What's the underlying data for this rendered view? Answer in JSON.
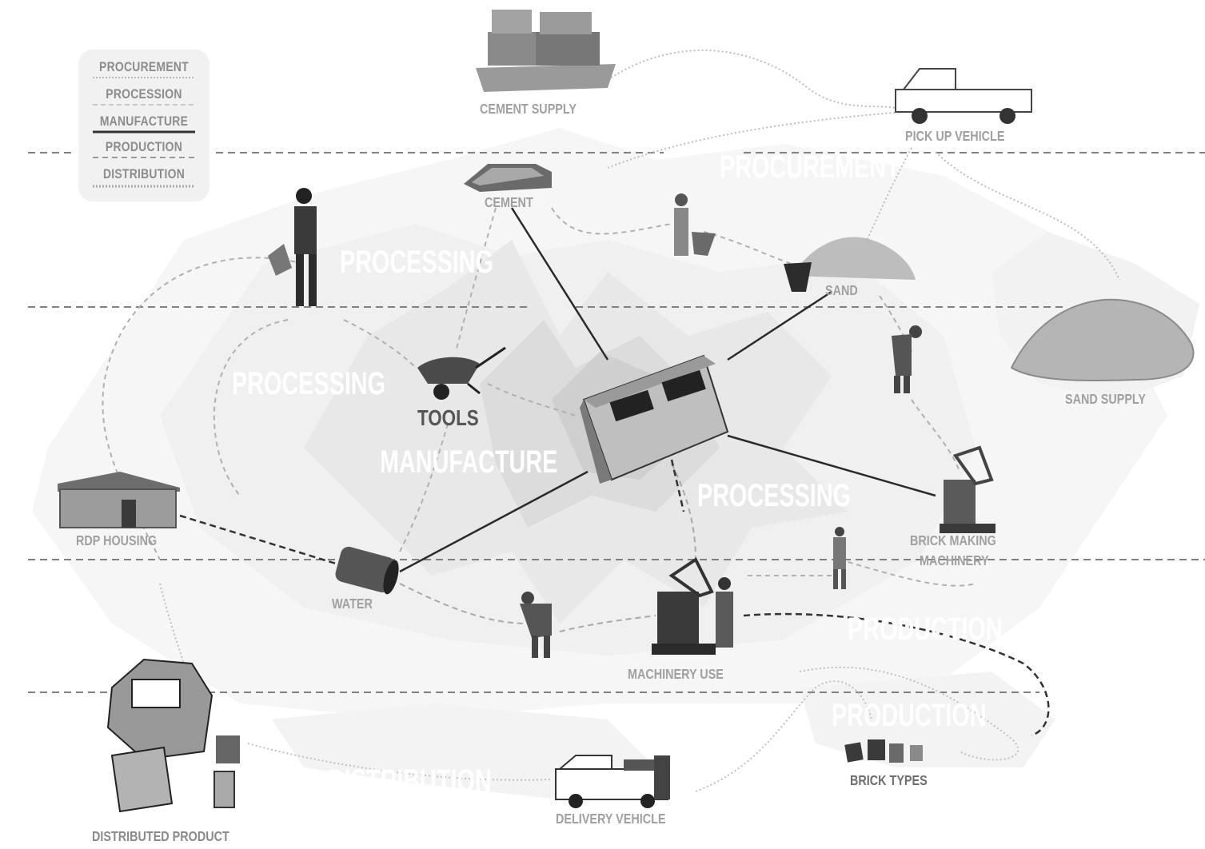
{
  "legend": {
    "items": [
      "PROCUREMENT",
      "PROCESSION",
      "MANUFACTURE",
      "PRODUCTION",
      "DISTRIBUTION"
    ]
  },
  "zones": {
    "procurement": "PROCUREMENT",
    "processing_top": "PROCESSING",
    "processing_left": "PROCESSING",
    "manufacture": "MANUFACTURE",
    "processing_right": "PROCESSING",
    "production_upper": "PRODUCTION",
    "production_lower": "PRODUCTION",
    "distribution": "DISTRIBUTION"
  },
  "nodes": {
    "cement_supply": "CEMENT SUPPLY",
    "pick_up_vehicle": "PICK UP VEHICLE",
    "cement": "CEMENT",
    "sand": "SAND",
    "sand_supply": "SAND SUPPLY",
    "tools": "TOOLS",
    "rdp_housing": "RDP HOUSING",
    "brick_making_machinery_1": "BRICK MAKING",
    "brick_making_machinery_2": "MACHINERY",
    "water": "WATER",
    "machinery_use": "MACHINERY USE",
    "brick_types": "BRICK TYPES",
    "delivery_vehicle": "DELIVERY VEHICLE",
    "distributed_product": "DISTRIBUTED PRODUCT"
  },
  "colors": {
    "label_gray": "#a0a0a0",
    "legend_bg": "#f1f1f1",
    "divider": "#808080",
    "strong_link": "#2a2a2a"
  }
}
